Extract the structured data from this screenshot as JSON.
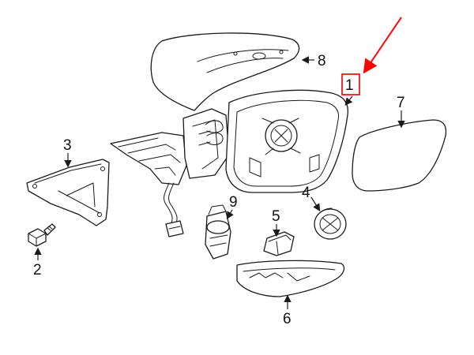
{
  "callouts": {
    "c1": "1",
    "c2": "2",
    "c3": "3",
    "c4": "4",
    "c5": "5",
    "c6": "6",
    "c7": "7",
    "c8": "8",
    "c9": "9"
  },
  "highlight_callout": "1",
  "colors": {
    "line": "#1a1a1a",
    "highlight": "#ff0000",
    "background": "#ffffff"
  }
}
